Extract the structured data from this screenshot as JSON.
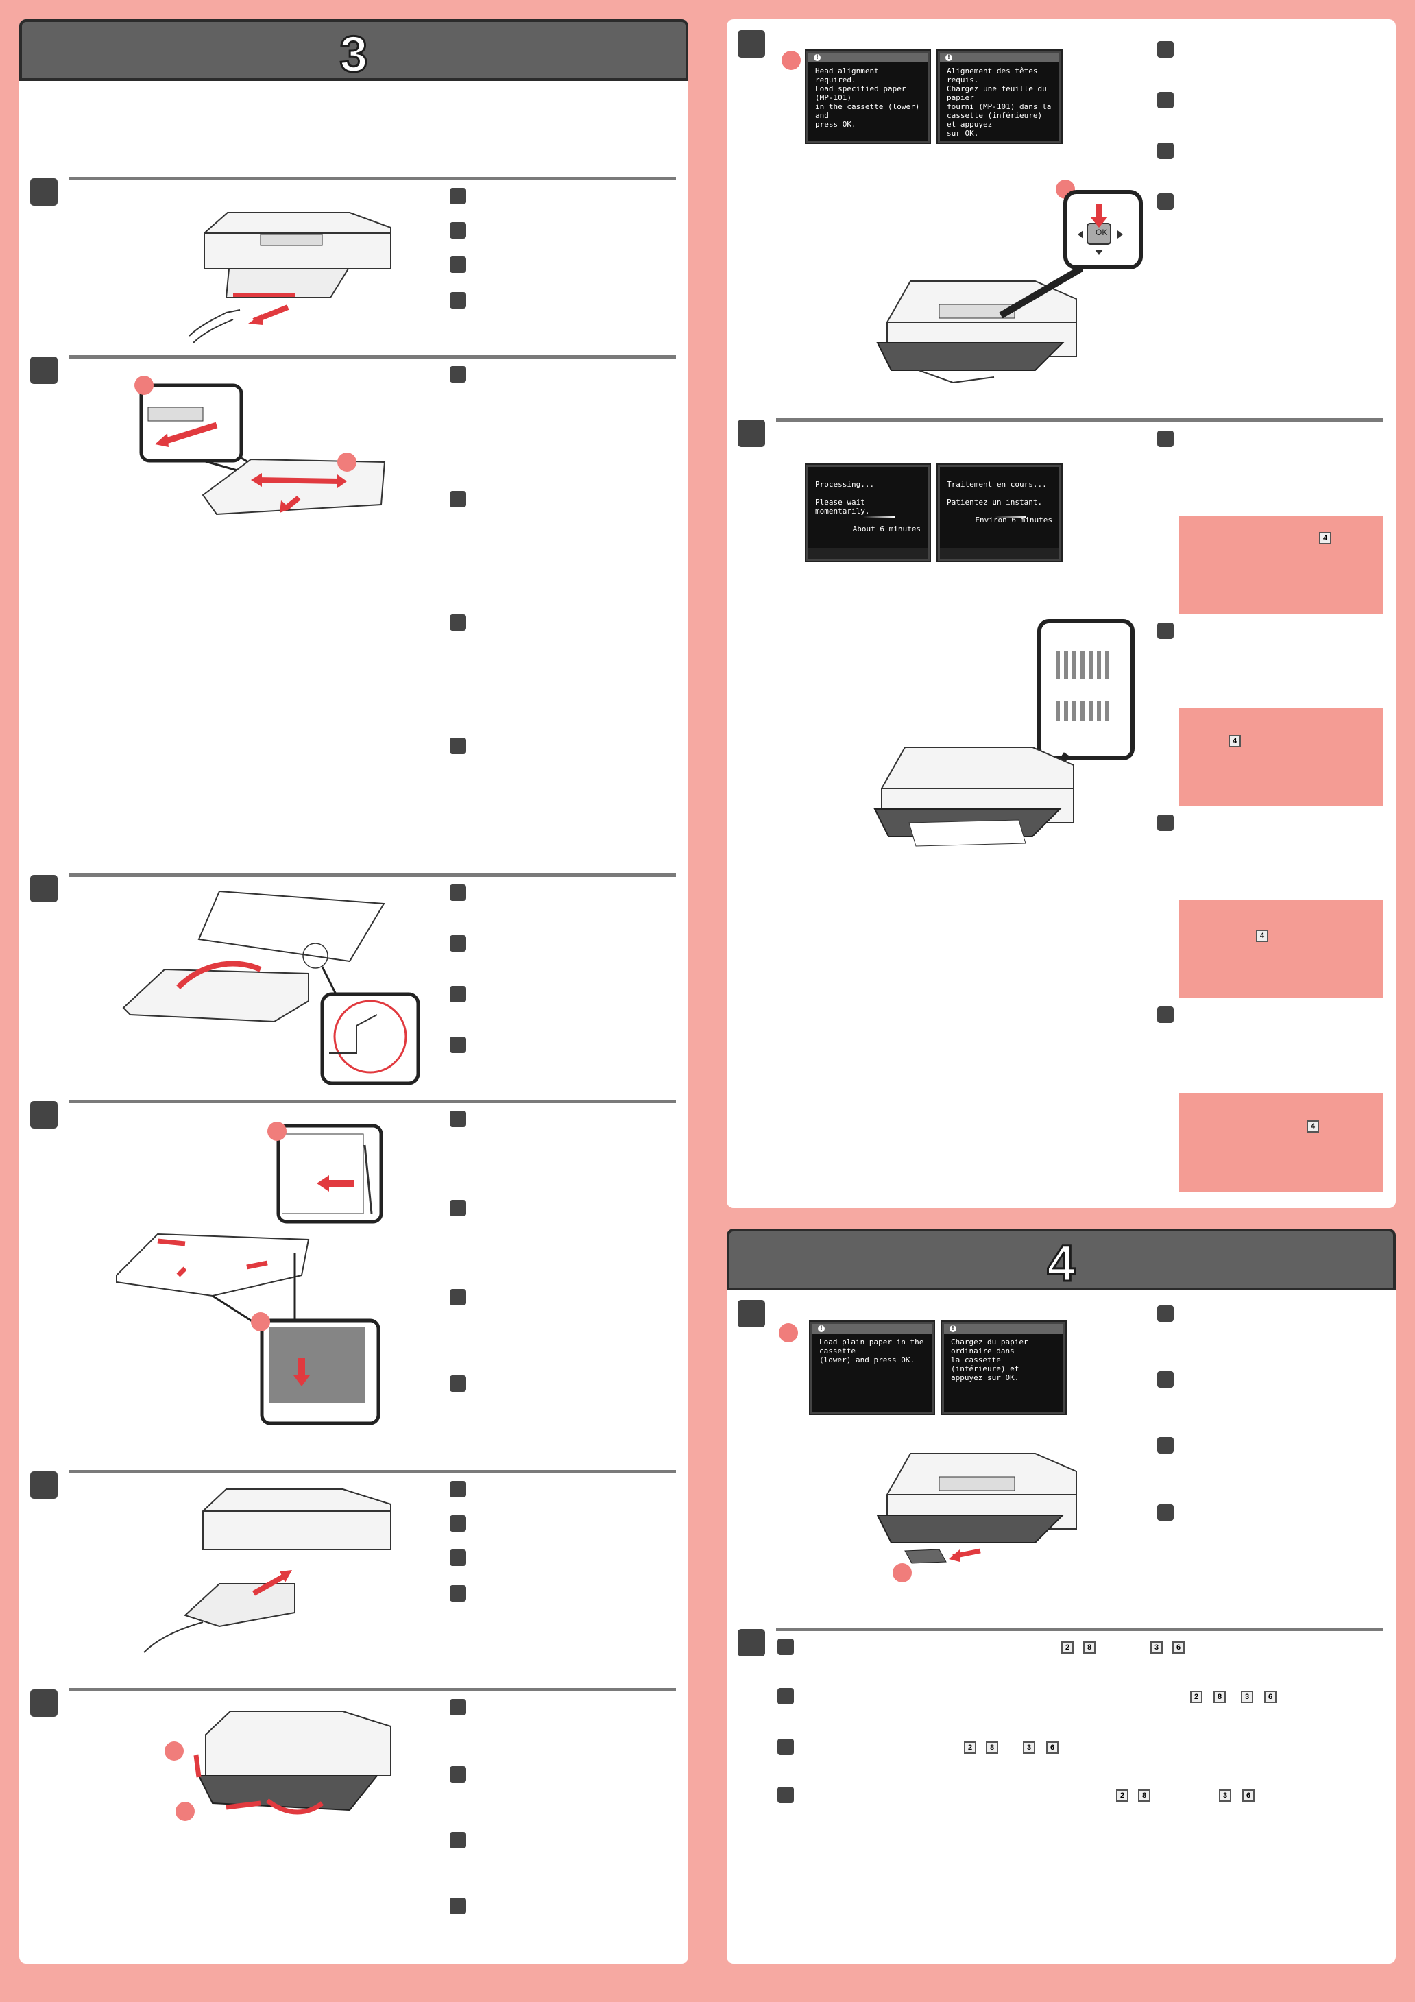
{
  "sections": {
    "section3": {
      "number": "3"
    },
    "section4": {
      "number": "4"
    }
  },
  "screens": {
    "head_alignment_en": {
      "text": "Head alignment required.\nLoad specified paper (MP-101)\nin the cassette (lower) and\npress OK."
    },
    "head_alignment_fr": {
      "text": "Alignement des têtes requis.\nChargez une feuille du papier\nfourni (MP-101) dans la\ncassette (inférieure) et appuyez\nsur OK."
    },
    "processing_en": {
      "line1": "Processing...",
      "line2": "Please wait momentarily.",
      "eta": "About 6 minutes"
    },
    "processing_fr": {
      "line1": "Traitement en cours...",
      "line2": "Patientez un instant.",
      "eta": "Environ 6 minutes"
    },
    "plain_paper_en": {
      "text": "Load plain paper in the cassette\n(lower) and press OK."
    },
    "plain_paper_fr": {
      "text": "Chargez du papier ordinaire dans\nla cassette (inférieure) et\nappuyez sur OK."
    },
    "panel_ok": {
      "label": "OK"
    }
  },
  "refs": {
    "r2": "2",
    "r8": "8",
    "r3": "3",
    "r6": "6",
    "r4": "4"
  }
}
